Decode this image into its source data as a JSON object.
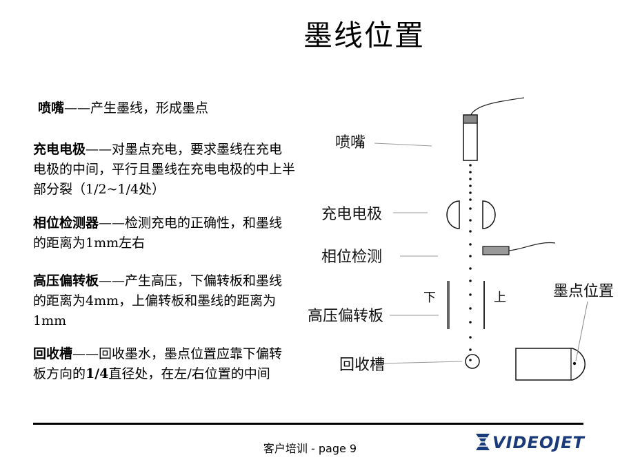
{
  "slide": {
    "title": "墨线位置",
    "footer": "客户培训 - page 9",
    "logo_text": "VIDEOJET"
  },
  "items": [
    {
      "term": "喷嘴",
      "desc": "——产生墨线，形成墨点"
    },
    {
      "term": "充电电极",
      "desc": "——对墨点充电，要求墨线在充电电极的中间，平行且墨线在充电电极的中上半部分裂（1/2~1/4处）"
    },
    {
      "term": "相位检测器",
      "desc": "——检测充电的正确性，和墨线的距离为1mm左右"
    },
    {
      "term": "高压偏转板",
      "desc": "——产生高压，下偏转板和墨线的距离为4mm，上偏转板和墨线的距离为1mm"
    },
    {
      "term": "回收槽",
      "desc_a": "——回收墨水，墨点位置应靠下偏转板方向的",
      "desc_b": "1/4",
      "desc_c": "直径处，在左/右位置的中间"
    }
  ],
  "diagram": {
    "labels": {
      "nozzle": "喷嘴",
      "electrode": "充电电极",
      "phase": "相位检测",
      "deflector": "高压偏转板",
      "gutter": "回收槽",
      "down": "下",
      "up": "上",
      "drop_position": "墨点位置"
    }
  }
}
